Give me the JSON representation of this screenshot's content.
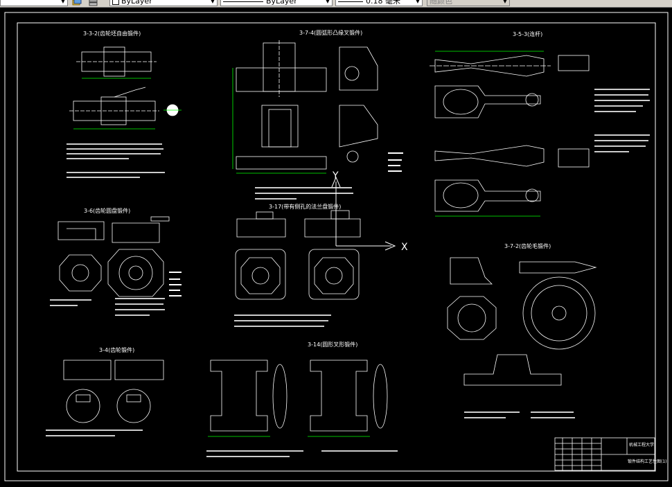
{
  "toolbar": {
    "layer_value": "ByLayer",
    "linetype_value": "ByLayer",
    "lineweight_value": "0.18 毫米",
    "plotstyle_value": "随颜色"
  },
  "drawing": {
    "titles": {
      "t1": "3-3-2(齿轮坯自由锻件)",
      "t2": "3-7-4(圆弧形凸缘叉锻件)",
      "t3": "3-5-3(连杆)",
      "t4": "3-6(齿轮圆盘锻件)",
      "t5": "3-17(带有侧孔的法兰盘锻件)",
      "t6": "3-7-2(齿轮毛锻件)",
      "t7": "3-4(齿轮锻件)",
      "t8": "3-14(圆形叉形锻件)"
    },
    "axis": {
      "y": "Y",
      "x": "X"
    },
    "title_block": {
      "school": "机械工程大学",
      "drawing_name": "锻件结构工艺性图(1)"
    }
  },
  "colors": {
    "background": "#000000",
    "line_white": "#ffffff",
    "dim_green": "#00e000",
    "toolbar": "#d4d0c8"
  }
}
